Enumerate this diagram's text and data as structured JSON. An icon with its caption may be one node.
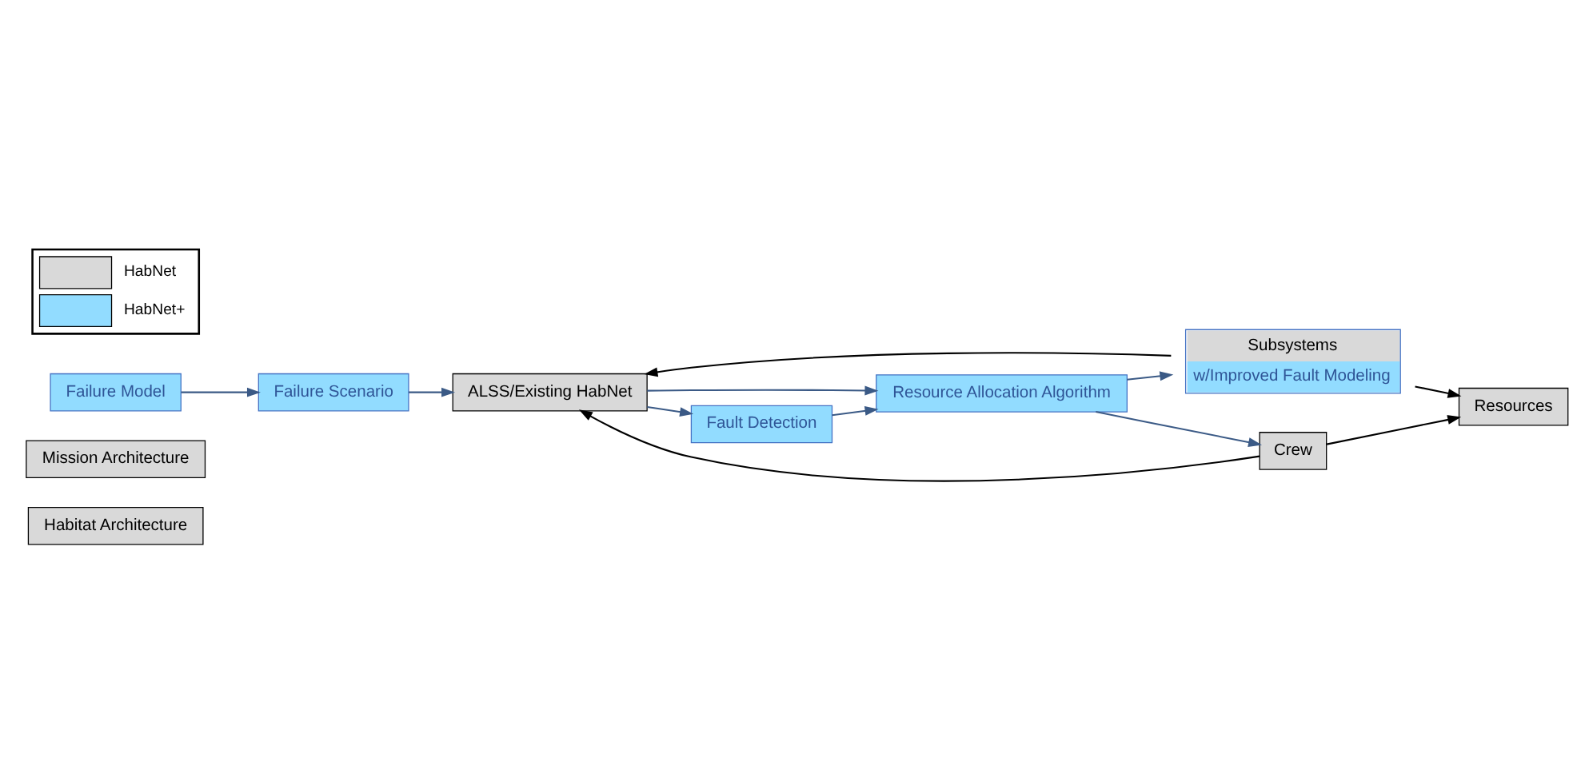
{
  "diagram": {
    "nodes": [
      {
        "text": [
          "Habitat Architecture"
        ]
      },
      {
        "text": [
          "Mission Architecture"
        ]
      },
      {
        "text": [
          "Failure Scenario"
        ]
      },
      {
        "text": [
          "Failure Model"
        ]
      },
      {
        "text": [
          "ALSS/Existing HabNet"
        ]
      },
      {
        "text": [
          "Fault Detection"
        ]
      },
      {
        "text": [
          "Resource Allocation Algorithm"
        ]
      },
      {
        "text": [
          "Resources"
        ]
      },
      {
        "text": [
          "Subsystems",
          "w/Improved Fault Modeling"
        ]
      },
      {
        "text": [
          "Crew"
        ]
      }
    ],
    "edges": [
      {
        "from": 3,
        "to": 2,
        "arrow": "to"
      },
      {
        "from": 2,
        "to": 4,
        "arrow": "to"
      },
      {
        "from": 4,
        "to": 5,
        "arrow": "to"
      },
      {
        "from": 5,
        "to": 6,
        "arrow": "to"
      },
      {
        "from": 4,
        "to": 6,
        "arrow": "to"
      },
      {
        "from": 6,
        "to": 8,
        "arrow": "to"
      },
      {
        "from": 6,
        "to": 9,
        "arrow": "to"
      },
      {
        "from": 8,
        "to": 4,
        "arrow": "to",
        "color": "#000000"
      },
      {
        "from": 9,
        "to": 4,
        "arrow": "to",
        "color": "#000000"
      },
      {
        "from": 8,
        "to": 7,
        "arrow": "to",
        "color": "#000000"
      },
      {
        "from": 9,
        "to": 7,
        "arrow": "to",
        "color": "#000000"
      }
    ],
    "legend": [
      {
        "text": "HabNet",
        "color": "#d9d9d9"
      },
      {
        "text": "HabNet+",
        "color": "#92dcff"
      }
    ]
  }
}
